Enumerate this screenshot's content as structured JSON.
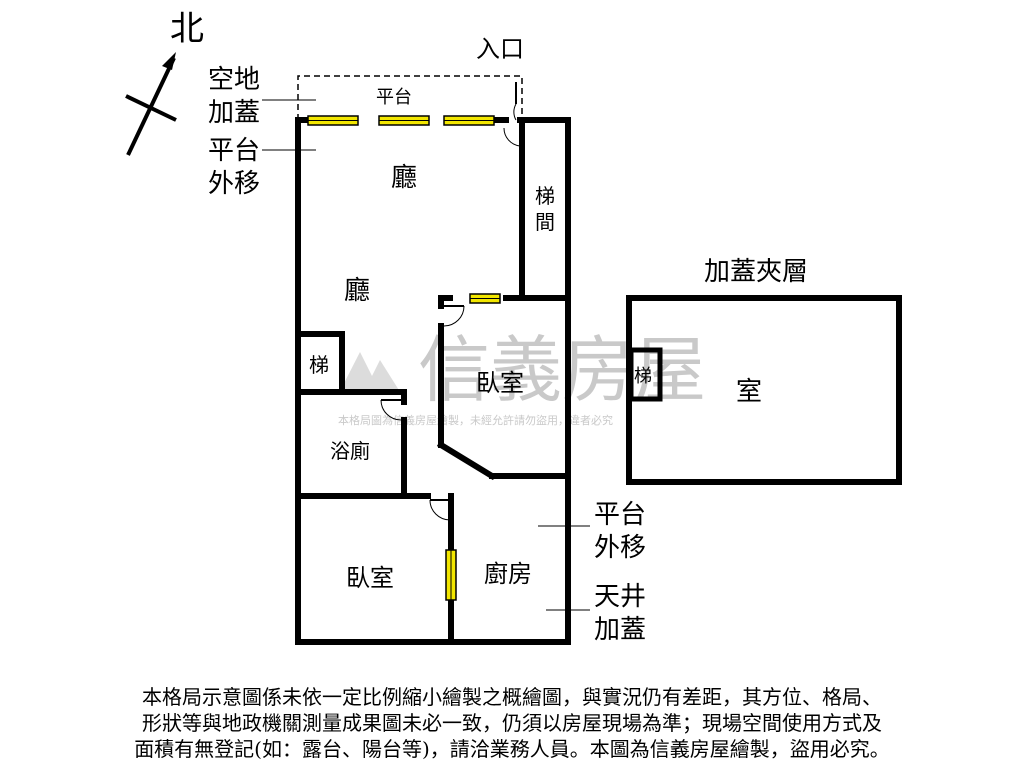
{
  "compass": {
    "north": "北"
  },
  "labels": {
    "entrance": "入口",
    "top_platform": "平台",
    "added_on_vacant": [
      "空地",
      "加蓋"
    ],
    "platform_moved_left": [
      "平台",
      "外移"
    ],
    "hall_top": "廳",
    "hall_mid": "廳",
    "stairwell": [
      "梯",
      "間"
    ],
    "stair_left": "梯",
    "bedroom_center": "臥室",
    "bathroom": "浴廁",
    "bedroom_bottom": "臥室",
    "kitchen": "廚房",
    "platform_moved_right": [
      "平台",
      "外移"
    ],
    "skywell_added": [
      "天井",
      "加蓋"
    ],
    "mezzanine_title": "加蓋夾層",
    "mezz_stair": "梯",
    "mezz_room": "室"
  },
  "watermark": {
    "brand": "信義房屋",
    "notice": "本格局圖為信義房屋繪製，未經允許請勿盜用，違者必究"
  },
  "disclaimer": [
    "本格局示意圖係未依一定比例縮小繪製之概繪圖，與實況仍有差距，其方位、格局、",
    "形狀等與地政機關測量成果圖未必一致，仍須以房屋現場為準；現場空間使用方式及",
    "面積有無登記(如：露台、陽台等)，請洽業務人員。本圖為信義房屋繪製，盜用必究。"
  ],
  "colors": {
    "wall": "#000000",
    "window": "#f2e600",
    "watermark": "#c9c9c9"
  }
}
